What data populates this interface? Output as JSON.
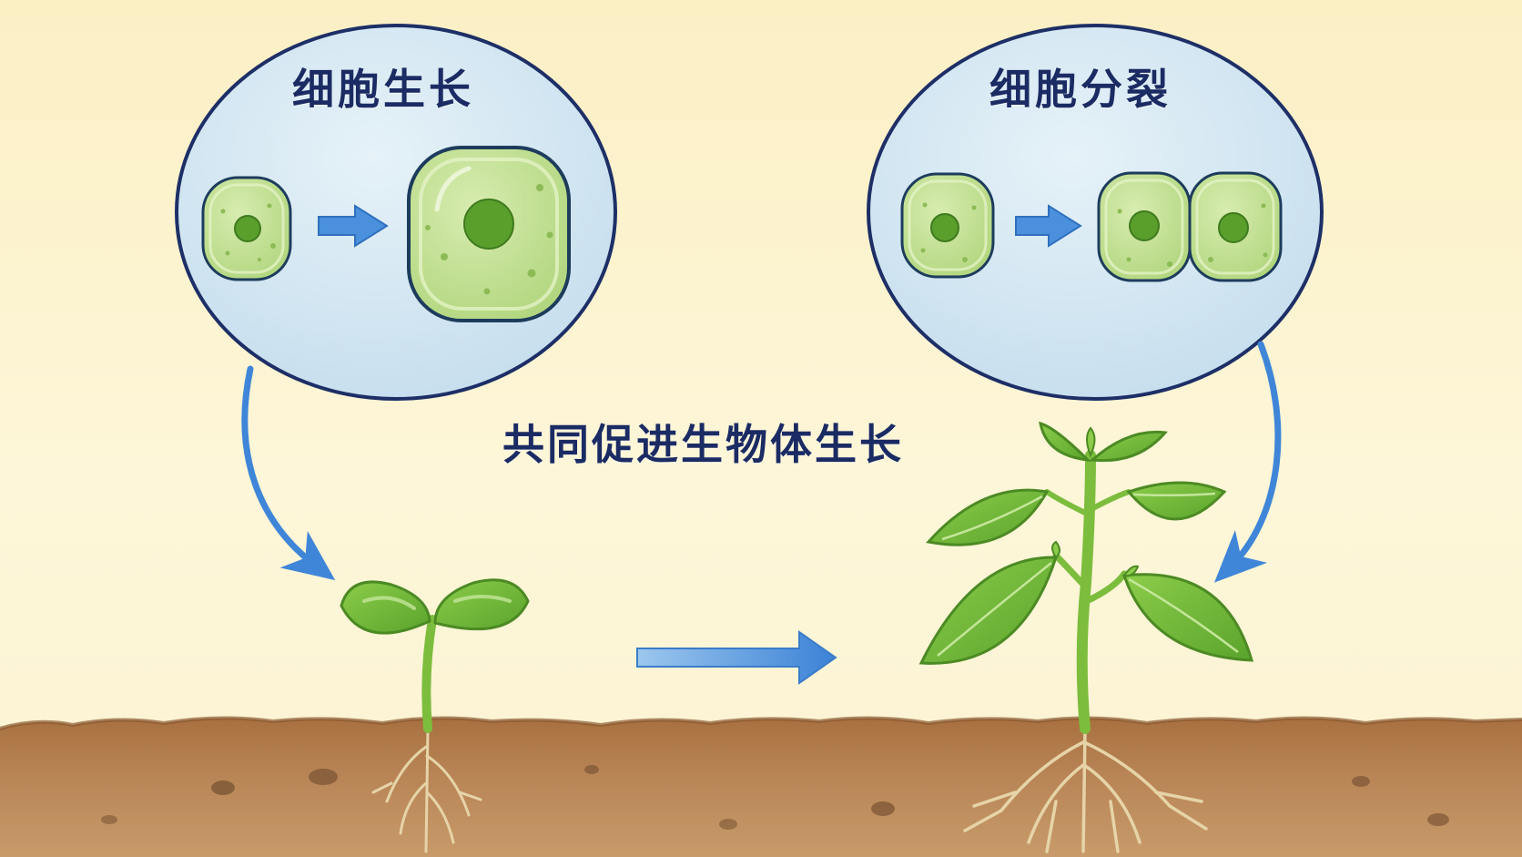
{
  "growth": {
    "title": "细胞生长"
  },
  "division": {
    "title": "细胞分裂"
  },
  "caption": "共同促进生物体生长",
  "colors": {
    "background_top": "#fbf0c4",
    "background_bottom": "#fdf8e2",
    "bubble_fill": "#d6e8f3",
    "bubble_stroke": "#1d2f66",
    "cell_fill": "#c6e39a",
    "cell_inner": "#b3d884",
    "cell_outline": "#1d3c5c",
    "nucleus": "#5a9e2c",
    "arrow_blue": "#3f86d8",
    "leaf": "#6fb83a",
    "stem": "#7cbd3d",
    "soil": "#b07a48",
    "root": "#e8d9b2",
    "text": "#1b2b63"
  }
}
